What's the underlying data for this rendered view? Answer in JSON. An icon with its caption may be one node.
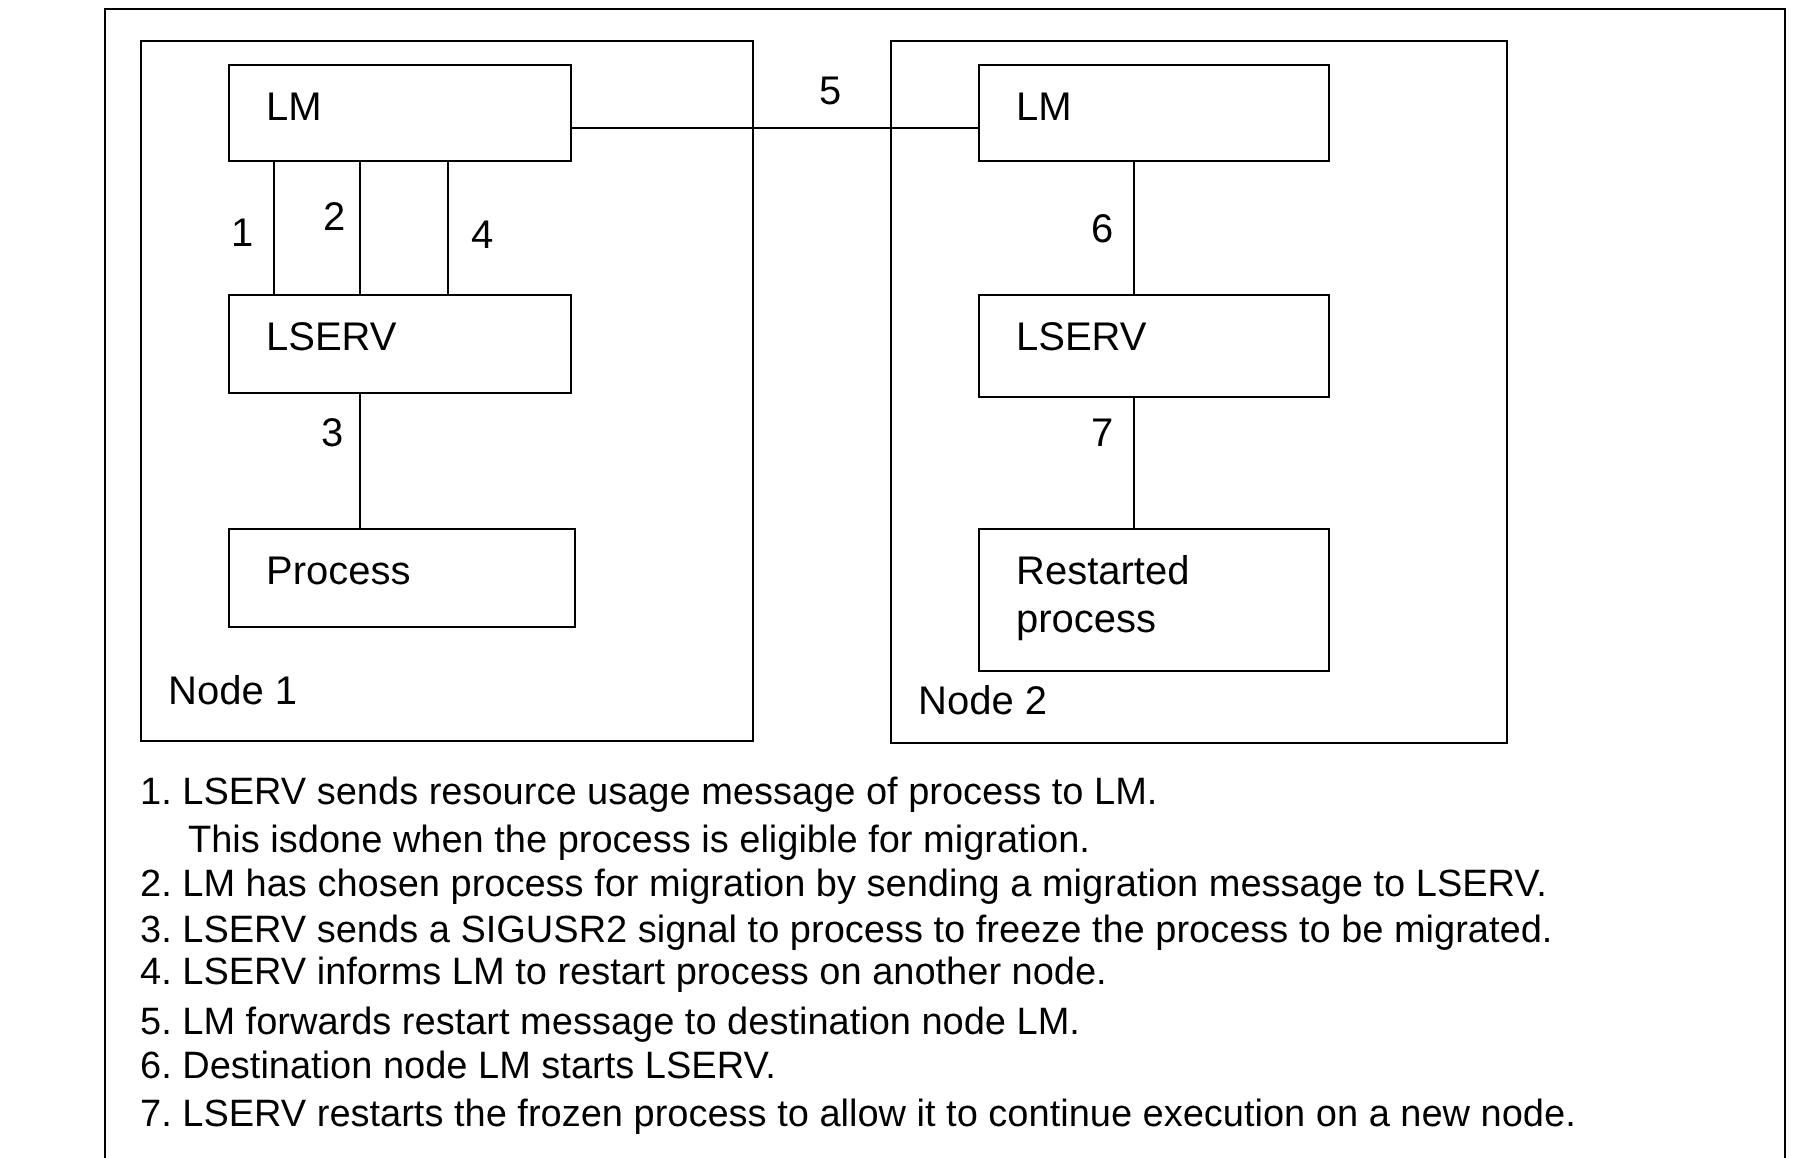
{
  "diagram": {
    "nodes": [
      {
        "text": [
          "Node 1"
        ]
      },
      {
        "text": [
          "LM"
        ],
        "in": 0
      },
      {
        "text": [
          "LSERV"
        ],
        "in": 0
      },
      {
        "text": [
          "Process"
        ],
        "in": 0
      },
      {
        "text": [
          "Node 2"
        ]
      },
      {
        "text": [
          "LM"
        ],
        "in": 4
      },
      {
        "text": [
          "LSERV"
        ],
        "in": 4
      },
      {
        "text": [
          "Restarted process"
        ],
        "in": 4
      }
    ],
    "edges": [
      {
        "from": 2,
        "to": 1,
        "arrow": "none",
        "label": "1"
      },
      {
        "from": 1,
        "to": 2,
        "arrow": "none",
        "label": "2"
      },
      {
        "from": 2,
        "to": 3,
        "arrow": "none",
        "label": "3"
      },
      {
        "from": 2,
        "to": 1,
        "arrow": "none",
        "label": "4"
      },
      {
        "from": 1,
        "to": 5,
        "arrow": "none",
        "label": "5"
      },
      {
        "from": 5,
        "to": 6,
        "arrow": "none",
        "label": "6"
      },
      {
        "from": 6,
        "to": 7,
        "arrow": "none",
        "label": "7"
      }
    ],
    "labels": [
      "1. LSERV sends resource usage message of process to LM.",
      "This isdone when the process is eligible for migration.",
      "2. LM has chosen process for migration by sending a migration message to LSERV.",
      "3. LSERV sends a SIGUSR2 signal to process to freeze the process to be migrated.",
      "4. LSERV informs LM to restart process on another node.",
      "5. LM forwards restart message to destination node LM.",
      "6. Destination node LM starts LSERV.",
      "7. LSERV restarts the frozen process to allow it to continue execution on a new node."
    ]
  }
}
